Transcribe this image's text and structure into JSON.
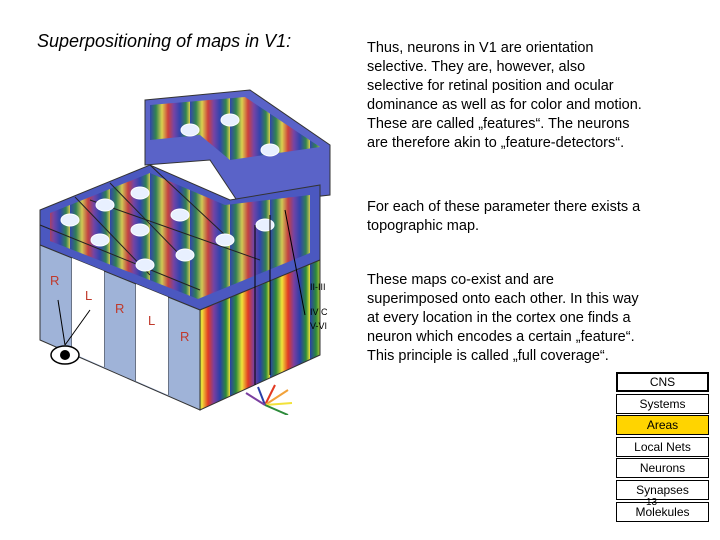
{
  "title": "Superpositioning of maps in V1:",
  "paragraphs": [
    "Thus, neurons in V1 are orientation selective. They are, however, also selective for retinal position and ocular dominance as well as for color and motion. These are called „features“. The neurons are therefore akin to „feature-detectors“.",
    "For each of these parameter there exists a topographic map.",
    "These maps co-exist and are superimposed onto each other. In this way at every location in the cortex one finds a neuron which encodes a certain „feature“. This principle is called „full coverage“."
  ],
  "diagram": {
    "column_labels": [
      "R",
      "L",
      "R",
      "L",
      "R"
    ],
    "layer_labels": [
      "II-III",
      "IV C",
      "V-VI"
    ]
  },
  "hierarchy": {
    "items": [
      "CNS",
      "Systems",
      "Areas",
      "Local Nets",
      "Neurons",
      "Synapses",
      "Molekules"
    ],
    "active": "Areas"
  },
  "page_number": "13"
}
